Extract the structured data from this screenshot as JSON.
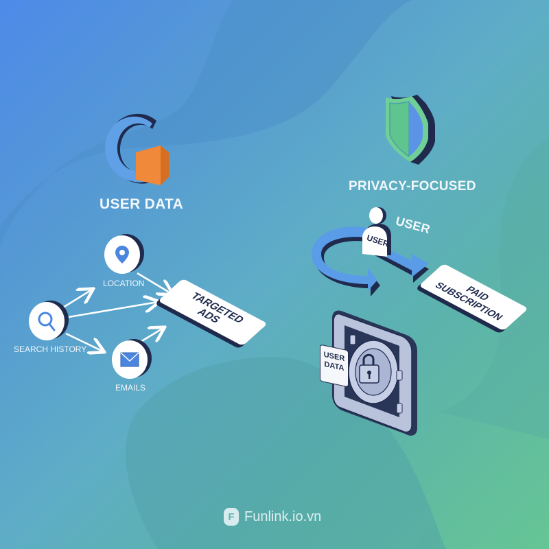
{
  "left_panel": {
    "logo_icon": "g-logo-icon",
    "title": "USER DATA",
    "nodes": [
      {
        "label": "LOCATION",
        "icon": "location-pin-icon"
      },
      {
        "label": "SEARCH HISTORY",
        "icon": "search-icon"
      },
      {
        "label": "EMAILS",
        "icon": "envelope-icon"
      }
    ],
    "target_card": {
      "line1": "TARGETED",
      "line2": "ADS"
    }
  },
  "right_panel": {
    "shield_icon": "shield-icon",
    "title": "PRIVACY-FOCUSED",
    "user_label": "USER",
    "user_badge": "USER",
    "subscription_card": {
      "line1": "PAID",
      "line2": "SUBSCRIPTION"
    },
    "vault": {
      "tag_line1": "USER",
      "tag_line2": "DATA",
      "icon": "padlock-icon"
    }
  },
  "footer": {
    "brand": "Funlink.io.vn",
    "logo_glyph": "F"
  },
  "colors": {
    "bg_top_left": "#4d8ae9",
    "bg_bottom_right": "#66c594",
    "dark_navy": "#1f2a4d",
    "accent_blue": "#5b93e6",
    "accent_orange": "#f08a3a",
    "shield_green": "#6fcf97"
  }
}
